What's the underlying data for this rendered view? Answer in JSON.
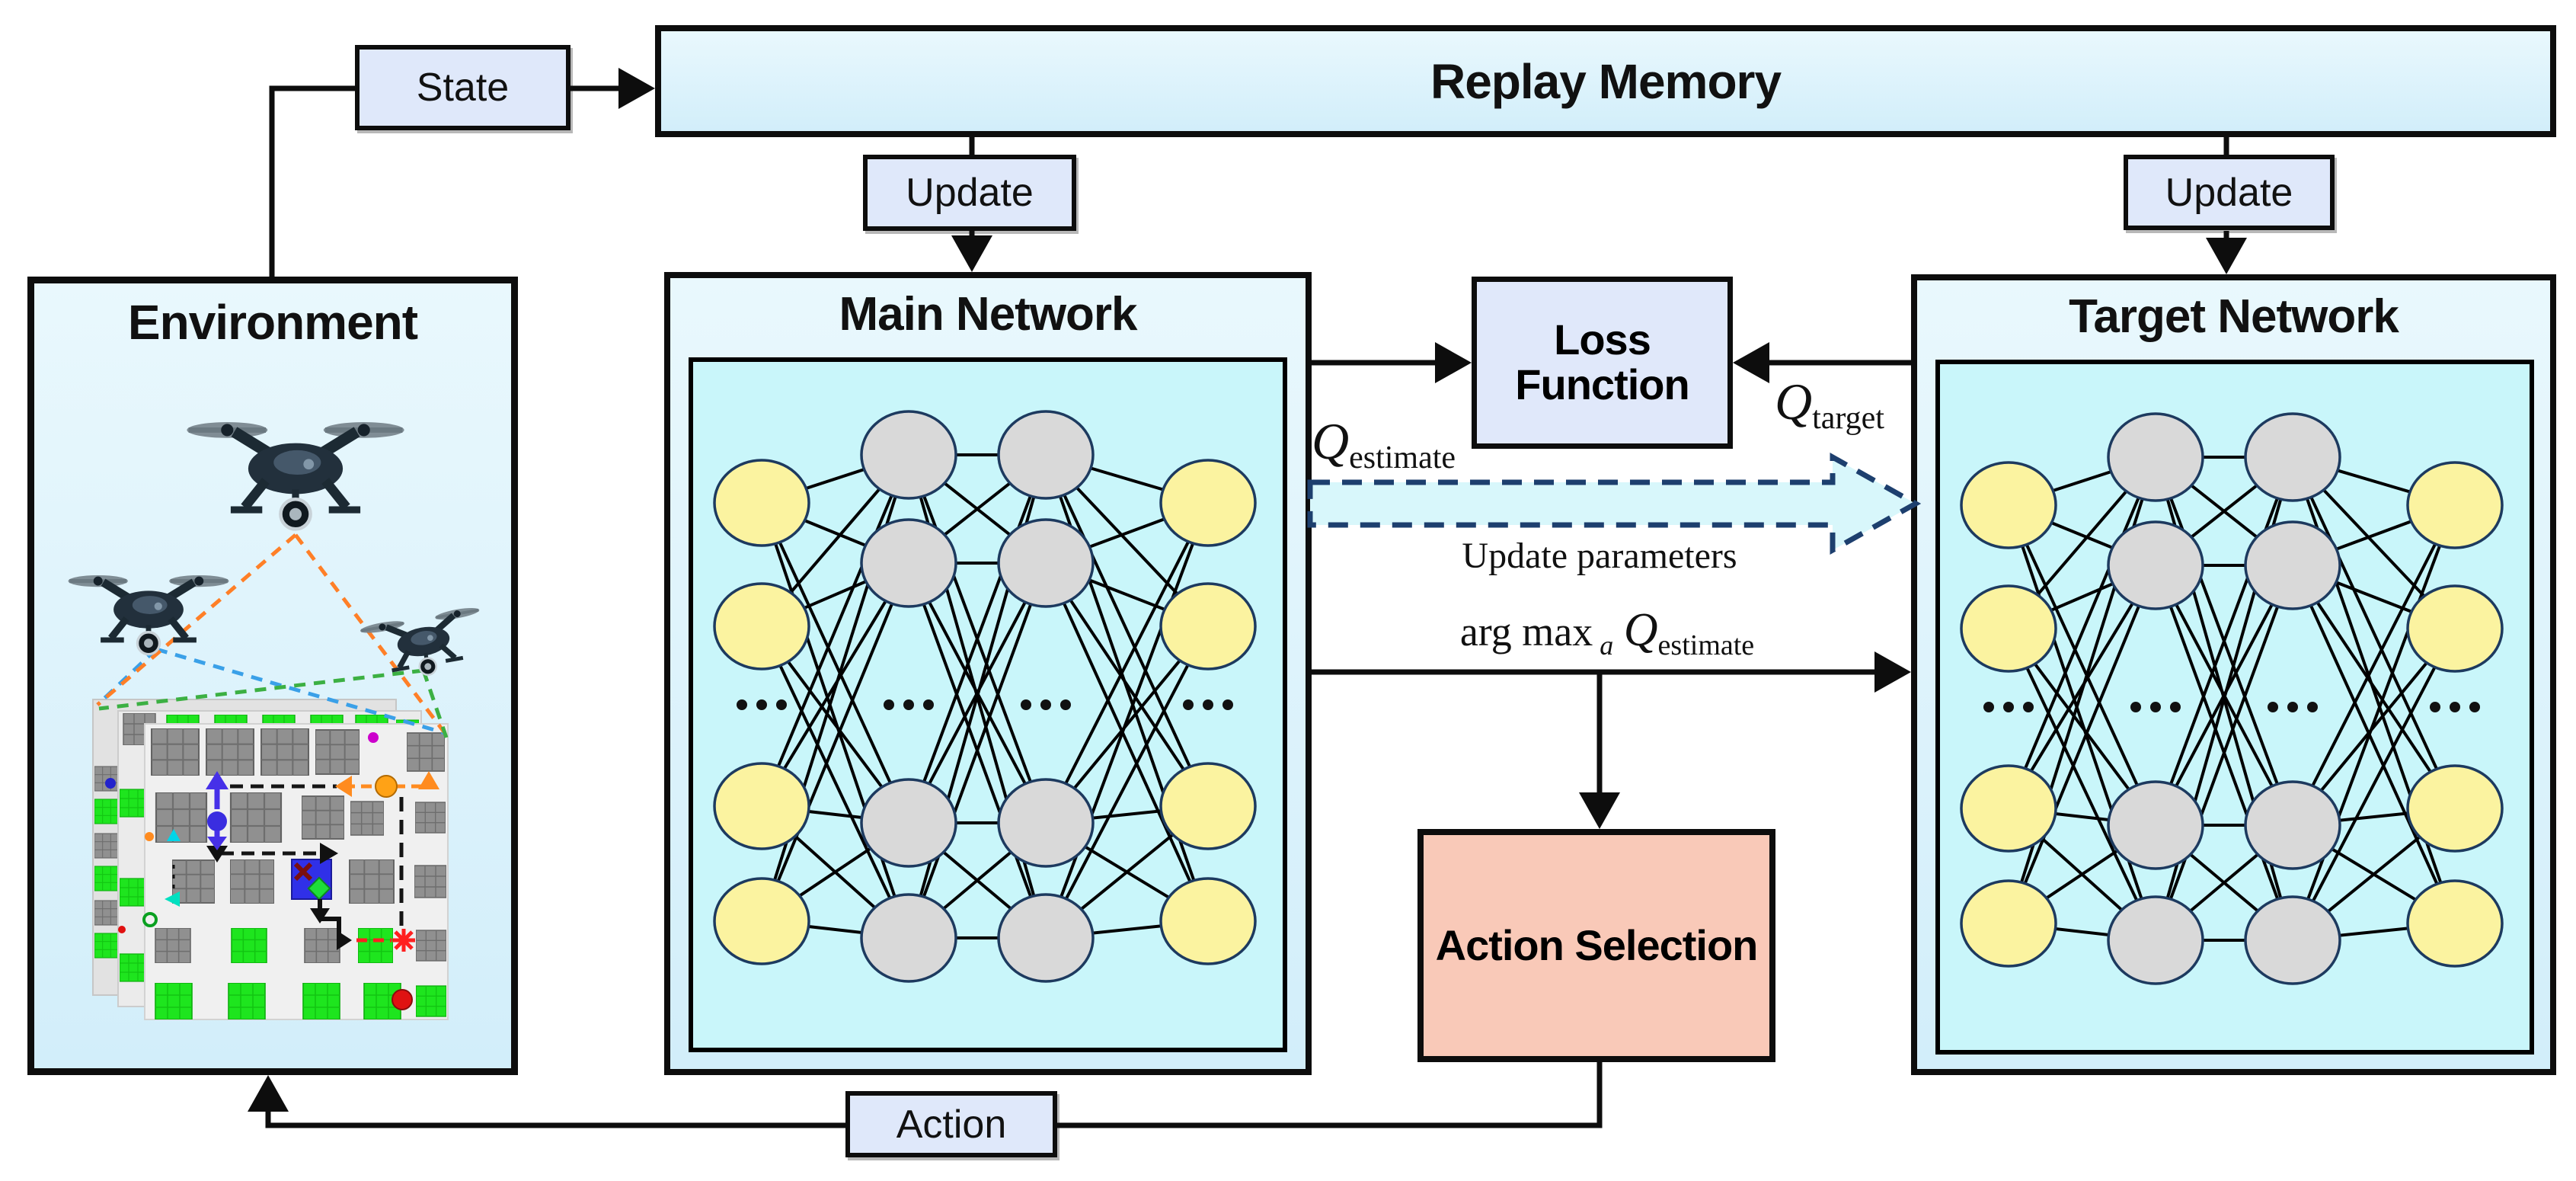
{
  "boxes": {
    "replay_memory": {
      "title": "Replay Memory"
    },
    "environment": {
      "title": "Environment"
    },
    "main_network": {
      "title": "Main Network"
    },
    "target_network": {
      "title": "Target Network"
    },
    "loss_function": {
      "title": "Loss Function"
    },
    "action_selection": {
      "title": "Action Selection"
    }
  },
  "arrow_labels": {
    "state": "State",
    "update_left": "Update",
    "update_right": "Update",
    "action": "Action",
    "update_parameters": "Update parameters",
    "q_estimate": {
      "symbol": "Q",
      "subscript": "estimate"
    },
    "q_target": {
      "symbol": "Q",
      "subscript": "target"
    },
    "argmax": {
      "prefix": "arg max",
      "sub_a": "a",
      "symbol": "Q",
      "subscript": "estimate"
    }
  },
  "network": {
    "input_nodes": 4,
    "hidden_layer_1_nodes": 4,
    "hidden_layer_2_nodes": 4,
    "output_nodes": 4,
    "colors": {
      "input": "#fbf3a0",
      "hidden": "#d9d9d9",
      "output": "#fbf3a0",
      "border": "#1d3a5f"
    }
  },
  "environment_scene": {
    "drone_count": 3,
    "map_layers": 3
  },
  "colors": {
    "box_fill": "#d9f1fb",
    "inner_network_fill": "#c9f6fa",
    "chip_fill": "#dfe8fa",
    "loss_fill": "#e0e8fa",
    "action_selection_fill": "#f9c9b8",
    "node_yellow": "#fbf3a0",
    "node_gray": "#d9d9d9",
    "node_border": "#1d3a5f",
    "dashed_arrow_fill": "#d8f7fb",
    "dashed_arrow_stroke": "#1d3f6e",
    "line": "#0d0d0d",
    "sight_line_blue": "#3aa0e8",
    "sight_line_orange": "#ff7f27",
    "sight_line_green": "#3cb043",
    "map_building_gray": "#909090",
    "map_park_green": "#1ee51e"
  }
}
